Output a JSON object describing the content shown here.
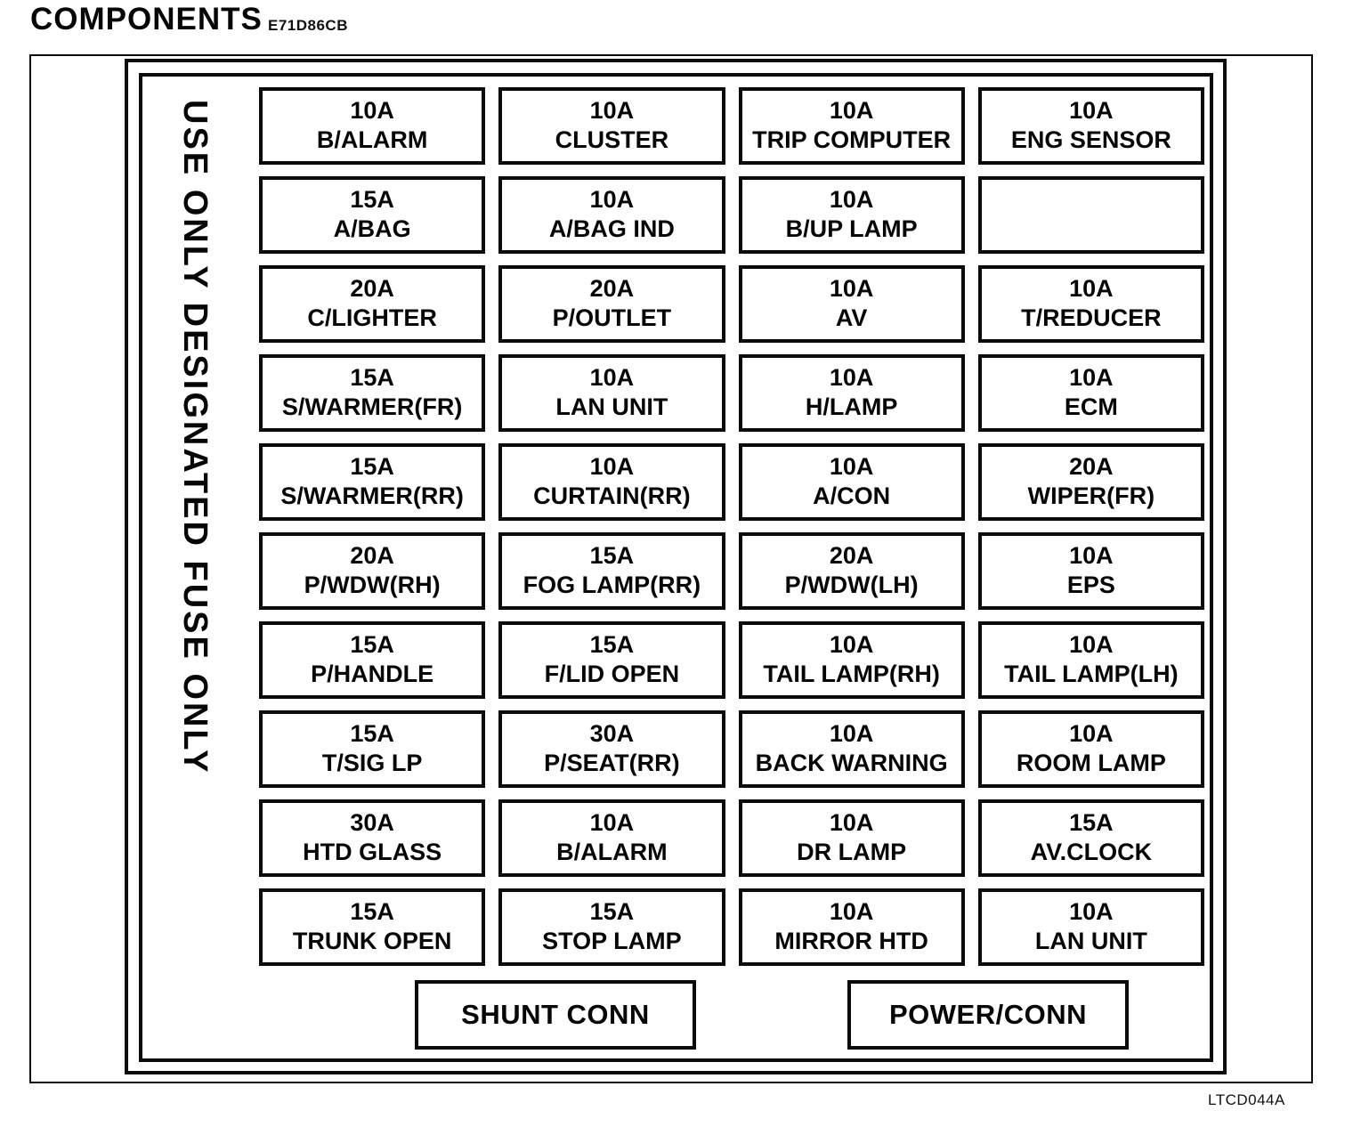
{
  "page": {
    "title": "COMPONENTS",
    "header_code": "E71D86CB",
    "footer_code": "LTCD044A",
    "side_label": "USE ONLY DESIGNATED FUSE ONLY",
    "ink_color": "#000000",
    "paper_color": "#ffffff"
  },
  "fuse_grid": {
    "rows": [
      [
        {
          "amp": "10A",
          "name": "B/ALARM"
        },
        {
          "amp": "10A",
          "name": "CLUSTER"
        },
        {
          "amp": "10A",
          "name": "TRIP COMPUTER"
        },
        {
          "amp": "10A",
          "name": "ENG SENSOR"
        }
      ],
      [
        {
          "amp": "15A",
          "name": "A/BAG"
        },
        {
          "amp": "10A",
          "name": "A/BAG IND"
        },
        {
          "amp": "10A",
          "name": "B/UP LAMP"
        },
        null
      ],
      [
        {
          "amp": "20A",
          "name": "C/LIGHTER"
        },
        {
          "amp": "20A",
          "name": "P/OUTLET"
        },
        {
          "amp": "10A",
          "name": "AV"
        },
        {
          "amp": "10A",
          "name": "T/REDUCER"
        }
      ],
      [
        {
          "amp": "15A",
          "name": "S/WARMER(FR)"
        },
        {
          "amp": "10A",
          "name": "LAN UNIT"
        },
        {
          "amp": "10A",
          "name": "H/LAMP"
        },
        {
          "amp": "10A",
          "name": "ECM"
        }
      ],
      [
        {
          "amp": "15A",
          "name": "S/WARMER(RR)"
        },
        {
          "amp": "10A",
          "name": "CURTAIN(RR)"
        },
        {
          "amp": "10A",
          "name": "A/CON"
        },
        {
          "amp": "20A",
          "name": "WIPER(FR)"
        }
      ],
      [
        {
          "amp": "20A",
          "name": "P/WDW(RH)"
        },
        {
          "amp": "15A",
          "name": "FOG LAMP(RR)"
        },
        {
          "amp": "20A",
          "name": "P/WDW(LH)"
        },
        {
          "amp": "10A",
          "name": "EPS"
        }
      ],
      [
        {
          "amp": "15A",
          "name": "P/HANDLE"
        },
        {
          "amp": "15A",
          "name": "F/LID OPEN"
        },
        {
          "amp": "10A",
          "name": "TAIL LAMP(RH)"
        },
        {
          "amp": "10A",
          "name": "TAIL LAMP(LH)"
        }
      ],
      [
        {
          "amp": "15A",
          "name": "T/SIG LP"
        },
        {
          "amp": "30A",
          "name": "P/SEAT(RR)"
        },
        {
          "amp": "10A",
          "name": "BACK WARNING"
        },
        {
          "amp": "10A",
          "name": "ROOM LAMP"
        }
      ],
      [
        {
          "amp": "30A",
          "name": "HTD GLASS"
        },
        {
          "amp": "10A",
          "name": "B/ALARM"
        },
        {
          "amp": "10A",
          "name": "DR LAMP"
        },
        {
          "amp": "15A",
          "name": "AV.CLOCK"
        }
      ],
      [
        {
          "amp": "15A",
          "name": "TRUNK OPEN"
        },
        {
          "amp": "15A",
          "name": "STOP LAMP"
        },
        {
          "amp": "10A",
          "name": "MIRROR HTD"
        },
        {
          "amp": "10A",
          "name": "LAN UNIT"
        }
      ]
    ]
  },
  "connectors": [
    {
      "label": "SHUNT CONN"
    },
    {
      "label": "POWER/CONN"
    }
  ]
}
